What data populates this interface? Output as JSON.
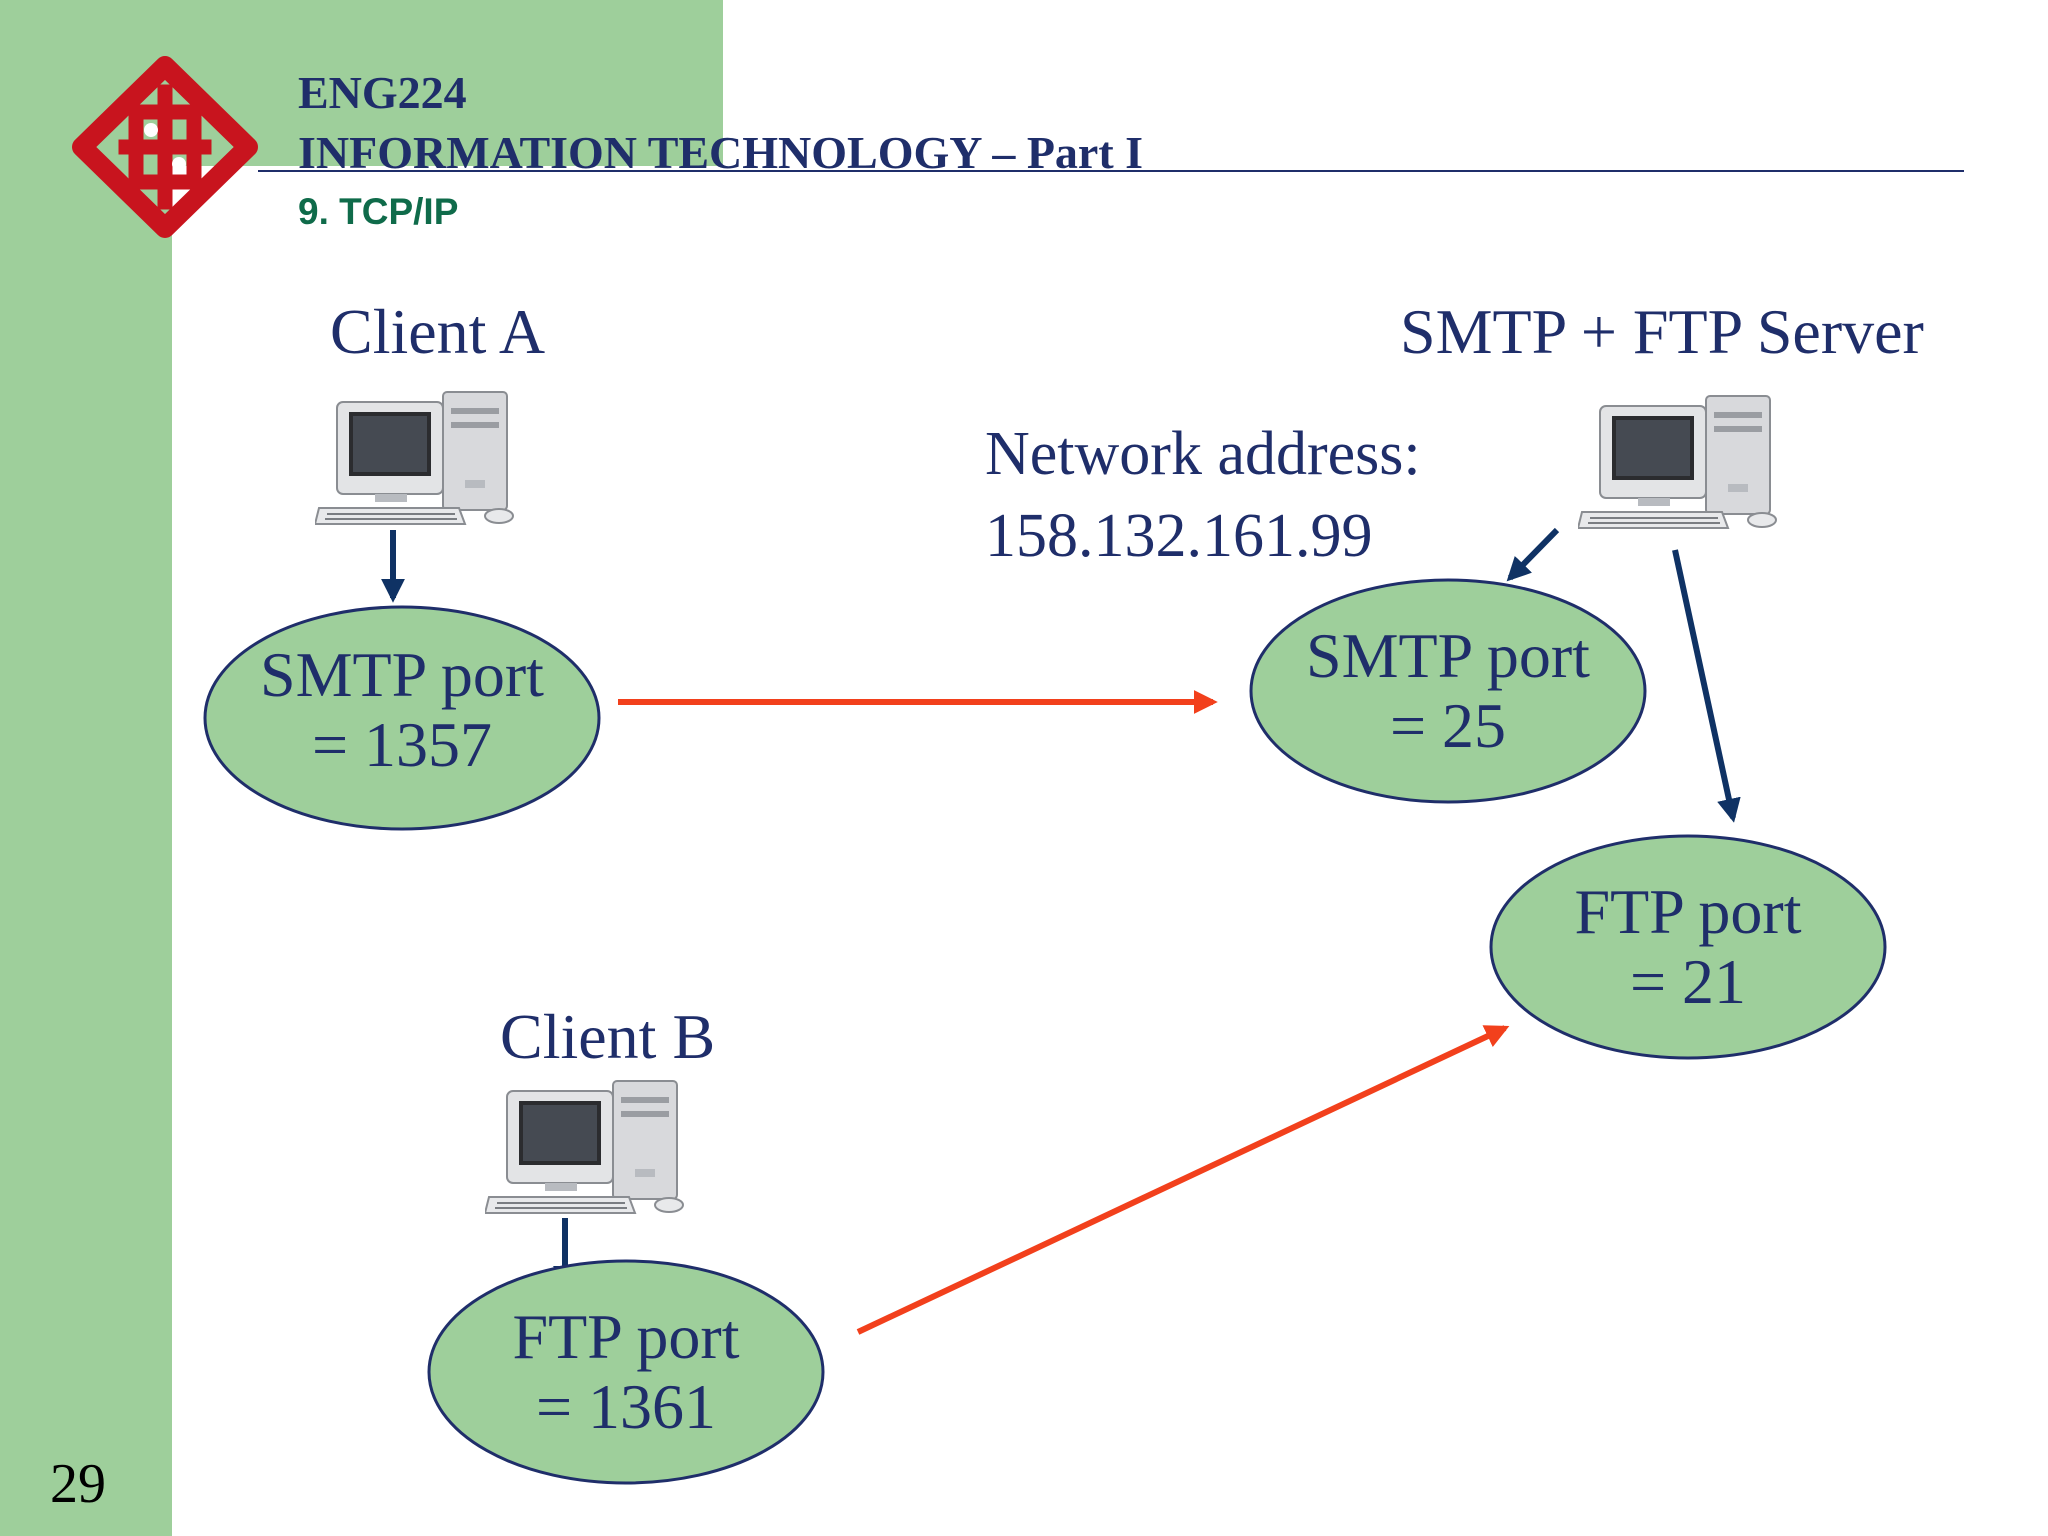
{
  "header": {
    "course": "ENG224",
    "title": "INFORMATION TECHNOLOGY – Part I",
    "section": "9. TCP/IP"
  },
  "labels": {
    "client_a": "Client A",
    "client_b": "Client B",
    "server": "SMTP + FTP Server",
    "network_address_label": "Network address:",
    "network_address_value": "158.132.161.99"
  },
  "ports": {
    "client_a_smtp": {
      "line1": "SMTP port",
      "line2": "= 1357"
    },
    "server_smtp": {
      "line1": "SMTP port",
      "line2": "= 25"
    },
    "server_ftp": {
      "line1": "FTP port",
      "line2": "= 21"
    },
    "client_b_ftp": {
      "line1": "FTP port",
      "line2": "= 1361"
    }
  },
  "page_number": "29",
  "colors": {
    "slide_green": "#9ecf9b",
    "navy_text": "#1f2e6a",
    "arrow_red": "#f2401c",
    "arrow_navy": "#0f3264",
    "logo_red": "#c8141e"
  },
  "icons": {
    "logo": "university-logo-icon",
    "computer": "desktop-computer-icon"
  }
}
